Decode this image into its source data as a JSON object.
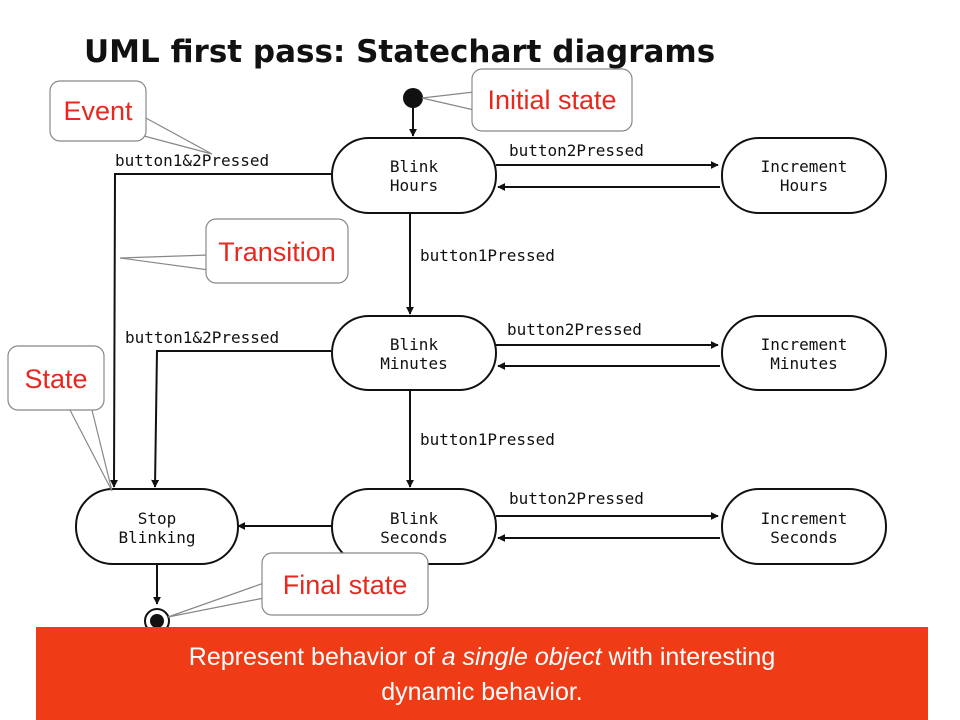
{
  "title": "UML first pass: Statechart diagrams",
  "states": {
    "blink_hours": [
      "Blink",
      "Hours"
    ],
    "blink_minutes": [
      "Blink",
      "Minutes"
    ],
    "blink_seconds": [
      "Blink",
      "Seconds"
    ],
    "increment_hours": [
      "Increment",
      "Hours"
    ],
    "increment_minutes": [
      "Increment",
      "Minutes"
    ],
    "increment_seconds": [
      "Increment",
      "Seconds"
    ],
    "stop_blinking": [
      "Stop",
      "Blinking"
    ]
  },
  "labels": {
    "b12_top": "button1&2Pressed",
    "b12_mid": "button1&2Pressed",
    "b2_hours": "button2Pressed",
    "b2_minutes": "button2Pressed",
    "b2_seconds": "button2Pressed",
    "b1_hours": "button1Pressed",
    "b1_minutes": "button1Pressed"
  },
  "callouts": {
    "event": "Event",
    "initial_state": "Initial state",
    "transition": "Transition",
    "state": "State",
    "final_state": "Final state"
  },
  "banner": {
    "pre": "Represent behavior of ",
    "emph": "a single object",
    "post": " with interesting",
    "line2": "dynamic behavior."
  },
  "colors": {
    "callout_text": "#e8281e",
    "banner_bg": "#ef3b16",
    "banner_text": "#ffffff"
  }
}
